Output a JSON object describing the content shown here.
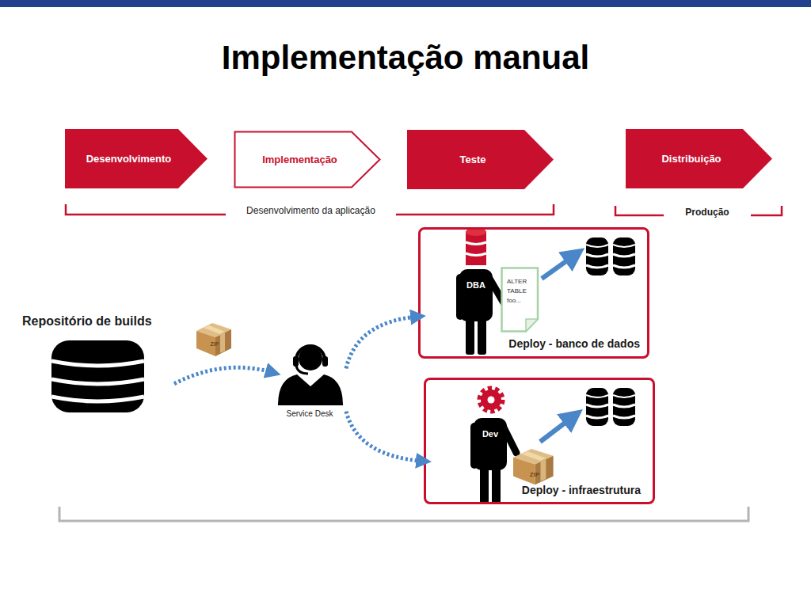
{
  "diagram": {
    "title": "Implementação manual",
    "nodes": [
      {
        "text": [
          "Desenvolvimento"
        ]
      },
      {
        "text": [
          "Implementação"
        ]
      },
      {
        "text": [
          "Teste"
        ]
      },
      {
        "text": [
          "Distribuição"
        ]
      },
      {
        "text": [
          "Repositório de builds"
        ]
      },
      {
        "text": [
          "Service Desk"
        ]
      },
      {
        "text": [
          "Deploy - banco de dados"
        ]
      },
      {
        "text": [
          "ALTER TABLE foo..."
        ],
        "in": 6
      },
      {
        "text": [
          "Deploy - infraestrutura"
        ]
      }
    ],
    "edges": [
      {
        "from": 4,
        "to": 5,
        "arrow": "to"
      },
      {
        "from": 5,
        "to": 6,
        "arrow": "to"
      },
      {
        "from": 5,
        "to": 8,
        "arrow": "to"
      }
    ],
    "labels": [
      "Desenvolvimento da aplicação",
      "Produção",
      "ZIP",
      "DBA",
      "ZIP",
      "Dev"
    ]
  }
}
